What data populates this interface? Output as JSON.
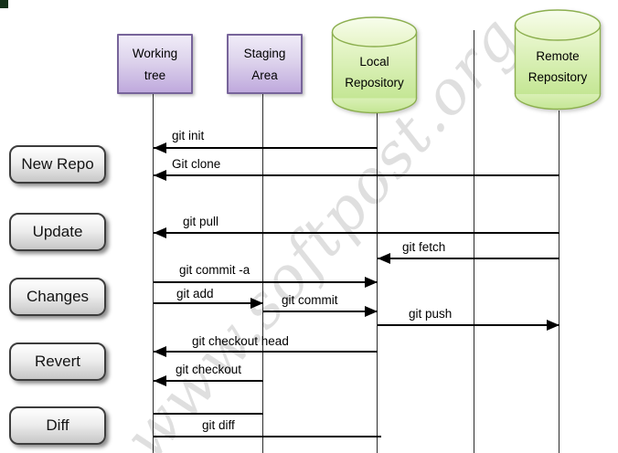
{
  "watermark": {
    "text": "www.softpost.org"
  },
  "groups": [
    {
      "label": "New Repo"
    },
    {
      "label": "Update"
    },
    {
      "label": "Changes"
    },
    {
      "label": "Revert"
    },
    {
      "label": "Diff"
    }
  ],
  "lifelines": [
    {
      "name": "Working tree",
      "line1": "Working",
      "line2": "tree",
      "shape": "box"
    },
    {
      "name": "Staging Area",
      "line1": "Staging",
      "line2": "Area",
      "shape": "box"
    },
    {
      "name": "Local Repository",
      "line1": "Local",
      "line2": "Repository",
      "shape": "cylinder"
    },
    {
      "shape": "line"
    },
    {
      "name": "Remote Repository",
      "line1": "Remote",
      "line2": "Repository",
      "shape": "cylinder"
    }
  ],
  "messages": [
    {
      "label": "git init",
      "from": "Local Repository",
      "to": "Working tree",
      "group": "New Repo"
    },
    {
      "label": "Git clone",
      "from": "Remote Repository",
      "to": "Working tree",
      "group": "New Repo"
    },
    {
      "label": "git pull",
      "from": "Remote Repository",
      "to": "Working tree",
      "group": "Update"
    },
    {
      "label": "git fetch",
      "from": "Remote Repository",
      "to": "Local Repository",
      "group": "Update"
    },
    {
      "label": "git commit -a",
      "from": "Working tree",
      "to": "Local Repository",
      "group": "Changes"
    },
    {
      "label": "git add",
      "from": "Working tree",
      "to": "Staging Area",
      "group": "Changes"
    },
    {
      "label": "git commit",
      "from": "Staging Area",
      "to": "Local Repository",
      "group": "Changes"
    },
    {
      "label": "git push",
      "from": "Local Repository",
      "to": "Remote Repository",
      "group": "Changes"
    },
    {
      "label": "git checkout head",
      "from": "Local Repository",
      "to": "Working tree",
      "group": "Revert"
    },
    {
      "label": "git checkout",
      "from": "Staging Area",
      "to": "Working tree",
      "group": "Revert"
    },
    {
      "label": "git diff",
      "from": "Working tree",
      "to": "Local Repository",
      "group": "Diff"
    }
  ],
  "colors": {
    "box_fill": "#bfa9dd",
    "box_border": "#77649a",
    "cylinder_fill": "#d9efab",
    "cylinder_border": "#8caf4f",
    "button_fill": "#d9d9d9",
    "button_border": "#3d3d3d",
    "arrow": "#000000",
    "watermark": "#b2b2b2"
  }
}
